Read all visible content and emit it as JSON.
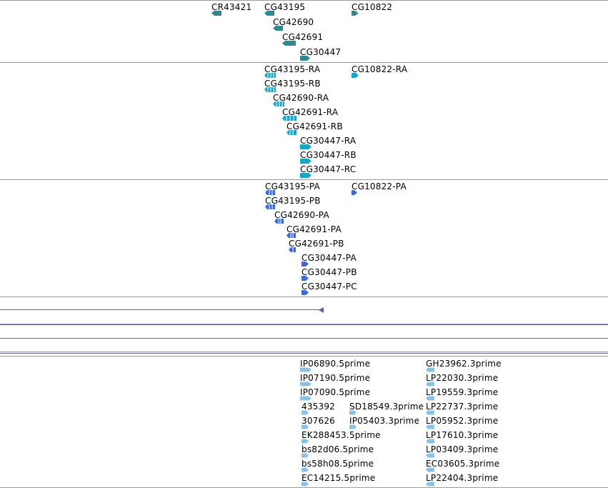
{
  "colors": {
    "gene": "#2f8a90",
    "transcript": "#1aa6c2",
    "protein": "#3e6bd1",
    "est": "#88c2e4",
    "line": "#6a5a9e",
    "separator": "#9a9a9a"
  },
  "tracks": {
    "genes": {
      "items": [
        {
          "name": "CR43421",
          "strand": "-"
        },
        {
          "name": "CG43195",
          "strand": "-"
        },
        {
          "name": "CG10822",
          "strand": "+"
        },
        {
          "name": "CG42690",
          "strand": "-"
        },
        {
          "name": "CG42691",
          "strand": "-"
        },
        {
          "name": "CG30447",
          "strand": "+"
        }
      ]
    },
    "transcripts": {
      "items": [
        {
          "name": "CG43195-RA"
        },
        {
          "name": "CG10822-RA"
        },
        {
          "name": "CG43195-RB"
        },
        {
          "name": "CG42690-RA"
        },
        {
          "name": "CG42691-RA"
        },
        {
          "name": "CG42691-RB"
        },
        {
          "name": "CG30447-RA"
        },
        {
          "name": "CG30447-RB"
        },
        {
          "name": "CG30447-RC"
        }
      ]
    },
    "proteins": {
      "items": [
        {
          "name": "CG43195-PA"
        },
        {
          "name": "CG10822-PA"
        },
        {
          "name": "CG43195-PB"
        },
        {
          "name": "CG42690-PA"
        },
        {
          "name": "CG42691-PA"
        },
        {
          "name": "CG42691-PB"
        },
        {
          "name": "CG30447-PA"
        },
        {
          "name": "CG30447-PB"
        },
        {
          "name": "CG30447-PC"
        }
      ]
    },
    "ests": {
      "items": [
        {
          "name": "IP06890.5prime"
        },
        {
          "name": "GH23962.3prime"
        },
        {
          "name": "IP07190.5prime"
        },
        {
          "name": "LP22030.3prime"
        },
        {
          "name": "IP07090.5prime"
        },
        {
          "name": "LP19559.3prime"
        },
        {
          "name": "435392"
        },
        {
          "name": "SD18549.3prime"
        },
        {
          "name": "LP22737.3prime"
        },
        {
          "name": "307626"
        },
        {
          "name": "IP05403.3prime"
        },
        {
          "name": "LP05952.3prime"
        },
        {
          "name": "EK288453.5prime"
        },
        {
          "name": "LP17610.3prime"
        },
        {
          "name": "bs82d06.5prime"
        },
        {
          "name": "LP03409.3prime"
        },
        {
          "name": "bs58h08.5prime"
        },
        {
          "name": "EC03605.3prime"
        },
        {
          "name": "EC14215.5prime"
        },
        {
          "name": "LP22404.3prime"
        }
      ]
    }
  }
}
